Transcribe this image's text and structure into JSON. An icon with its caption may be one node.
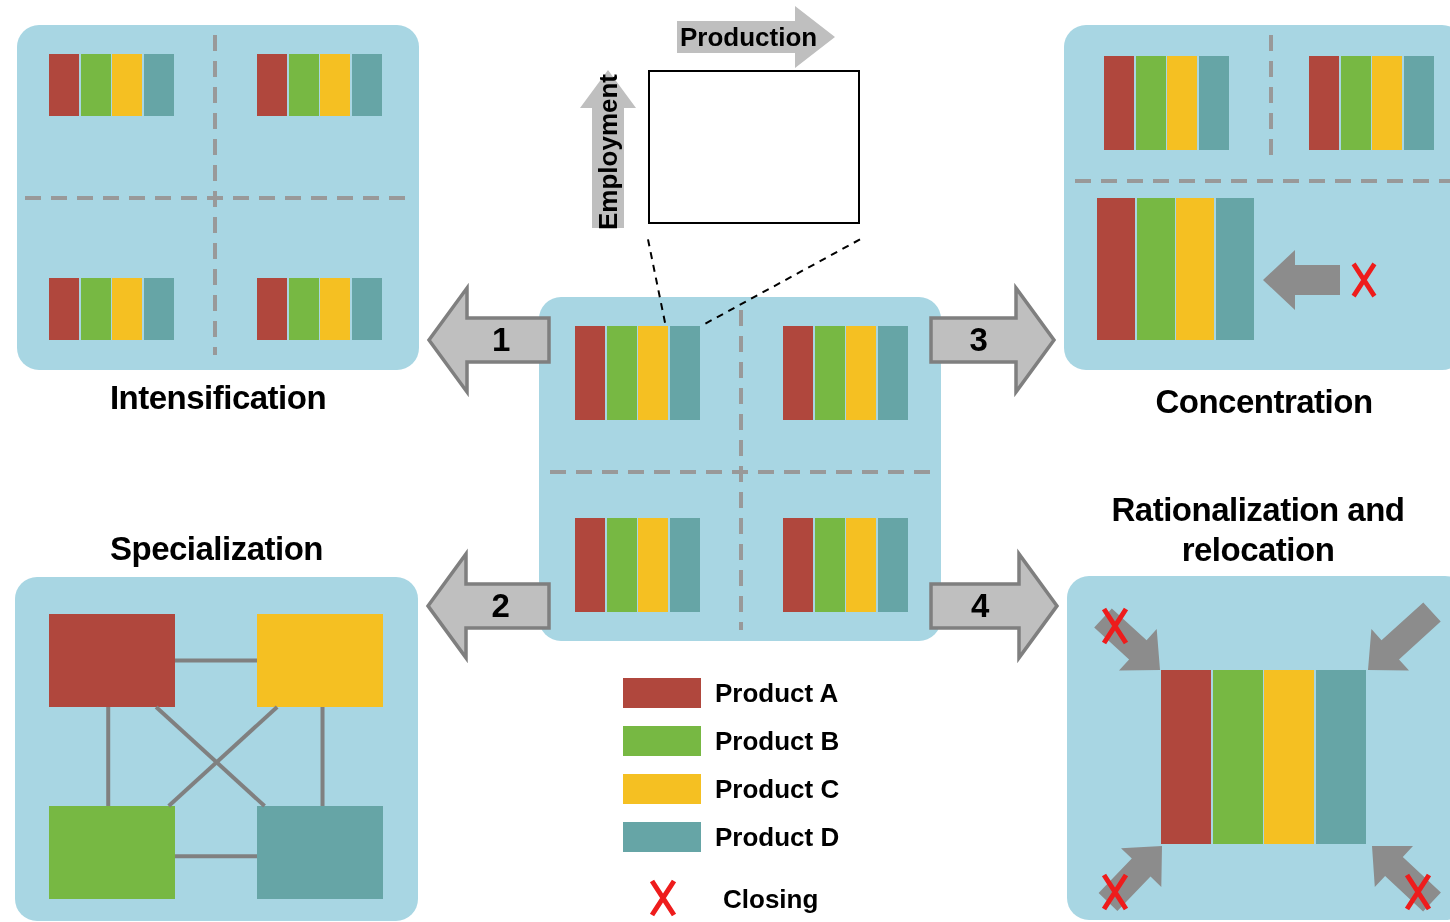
{
  "diagram": {
    "nodes": [
      {
        "text": [],
        "shape": "box"
      },
      {
        "text": [
          "Intensification"
        ]
      },
      {
        "text": [
          "Specialization"
        ]
      },
      {
        "text": [
          "Concentration"
        ]
      },
      {
        "text": [
          "Rationalization and relocation"
        ]
      },
      {
        "text": [],
        "shape": "box"
      },
      {
        "text": [],
        "shape": "bar",
        "in": 0
      },
      {
        "text": [],
        "shape": "box",
        "in": 2
      },
      {
        "text": [],
        "shape": "box",
        "in": 2
      },
      {
        "text": [],
        "shape": "box",
        "in": 2
      },
      {
        "text": [],
        "shape": "box",
        "in": 2
      }
    ],
    "edges": [
      {
        "from": 0,
        "to": 1,
        "arrow": "to",
        "label": "1",
        "style": "thick"
      },
      {
        "from": 0,
        "to": 2,
        "arrow": "to",
        "label": "2",
        "style": "thick"
      },
      {
        "from": 0,
        "to": 3,
        "arrow": "to",
        "label": "3",
        "style": "thick"
      },
      {
        "from": 0,
        "to": 4,
        "arrow": "to",
        "label": "4",
        "style": "thick"
      },
      {
        "from": 5,
        "to": 6,
        "arrow": "none",
        "style": "dashed",
        "color": "#000000"
      },
      {
        "from": 5,
        "to": 6,
        "arrow": "none",
        "style": "dashed",
        "color": "#000000"
      },
      {
        "from": 7,
        "to": 8,
        "arrow": "none"
      },
      {
        "from": 7,
        "to": 9,
        "arrow": "none"
      },
      {
        "from": 8,
        "to": 10,
        "arrow": "none"
      },
      {
        "from": 9,
        "to": 10,
        "arrow": "none"
      },
      {
        "from": 7,
        "to": 10,
        "arrow": "none"
      },
      {
        "from": 8,
        "to": 9,
        "arrow": "none"
      }
    ],
    "labels": [
      "Production",
      "Employment"
    ],
    "legend": [
      {
        "text": "Product A",
        "color": "#b0473d"
      },
      {
        "text": "Product B",
        "color": "#77b843"
      },
      {
        "text": "Product C",
        "color": "#f5c022"
      },
      {
        "text": "Product D",
        "color": "#66a5a6"
      },
      {
        "text": "Closing"
      }
    ]
  }
}
